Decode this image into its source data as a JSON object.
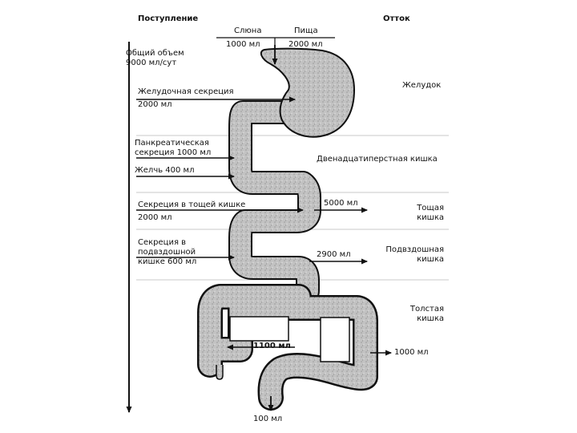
{
  "headers": {
    "inflow": "Поступление",
    "outflow": "Отток"
  },
  "total": {
    "line1": "Общий объем",
    "line2": "9000 мл/сут"
  },
  "intake": {
    "saliva_label": "Слюна",
    "saliva_value": "1000 мл",
    "food_label": "Пища",
    "food_value": "2000 мл"
  },
  "inputs": {
    "gastric_line1": "Желудочная секреция",
    "gastric_line2": "2000 мл",
    "pancreatic_line1": "Панкреатическая",
    "pancreatic_line2": "секреция 1000 мл",
    "bile": "Желчь 400 мл",
    "jejunal_line1": "Секреция в тощей кишке",
    "jejunal_line2": "2000 мл",
    "ileal_line1": "Секреция в",
    "ileal_line2": "подвздошной",
    "ileal_line3": "кишке 600 мл"
  },
  "organs": {
    "stomach": "Желудок",
    "duodenum": "Двенадцатиперстная кишка",
    "jejunum_line1": "Тощая",
    "jejunum_line2": "кишка",
    "ileum_line1": "Подвздошная",
    "ileum_line2": "кишка",
    "colon_line1": "Толстая",
    "colon_line2": "кишка"
  },
  "outputs": {
    "jejunum": "5000 мл",
    "ileum": "2900 мл",
    "colon_internal": "1100 мл",
    "colon": "1000 мл",
    "feces": "100 мл"
  },
  "colors": {
    "tube_fill": "#bdbdbd",
    "ink": "#111111",
    "divider": "#c8c8c8"
  }
}
